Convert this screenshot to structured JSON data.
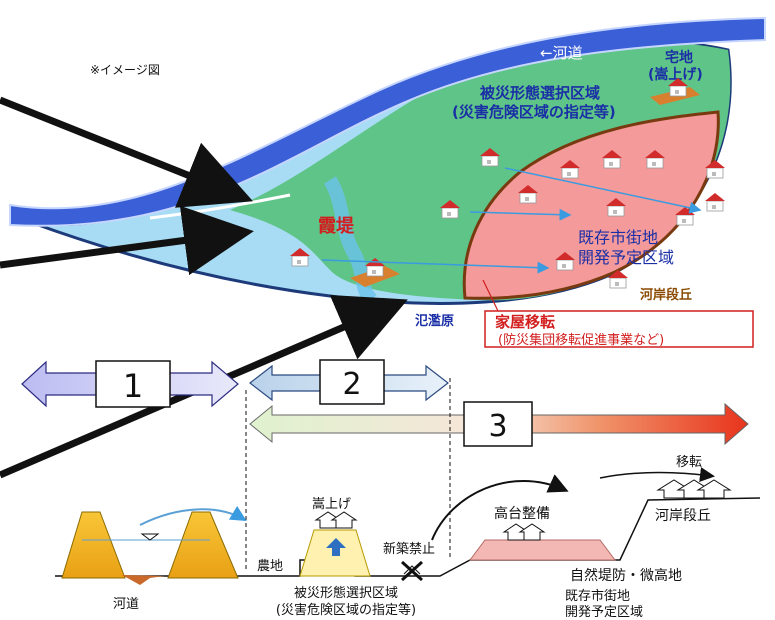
{
  "note": "※イメージ図",
  "map_labels": {
    "river": "←河道",
    "residential_line1": "宅地",
    "residential_line2": "(嵩上げ)",
    "selection_zone_line1": "被災形態選択区域",
    "selection_zone_line2": "(災害危険区域の指定等)",
    "kasumi_levee": "霞堤",
    "existing_town_line1": "既存市街地",
    "existing_town_line2": "開発予定区域",
    "river_terrace": "河岸段丘",
    "floodplain": "氾濫原",
    "relocation_title": "家屋移転",
    "relocation_detail": "(防災集団移転促進事業など)"
  },
  "zone_numbers": {
    "one": "1",
    "two": "2",
    "three": "3"
  },
  "section_labels": {
    "raise": "嵩上げ",
    "relocate": "移転",
    "upland": "高台整備",
    "river_terrace": "河岸段丘",
    "no_new_build": "新築禁止",
    "farmland": "農地",
    "natural_levee": "自然堤防・微高地",
    "channel": "河道",
    "selection_line1": "被災形態選択区域",
    "selection_line2": "(災害危険区域の指定等)",
    "town_line1": "既存市街地",
    "town_line2": "開発予定区域"
  },
  "colors": {
    "river": "#3b5fd6",
    "green_zone": "#5fc488",
    "pink_zone": "#f49a9a",
    "floodplain": "#a7dcf4",
    "label_blue": "#1a2fa6",
    "label_red": "#d21e1e",
    "label_brown": "#8a4a00",
    "levee": "#f2b21d"
  }
}
